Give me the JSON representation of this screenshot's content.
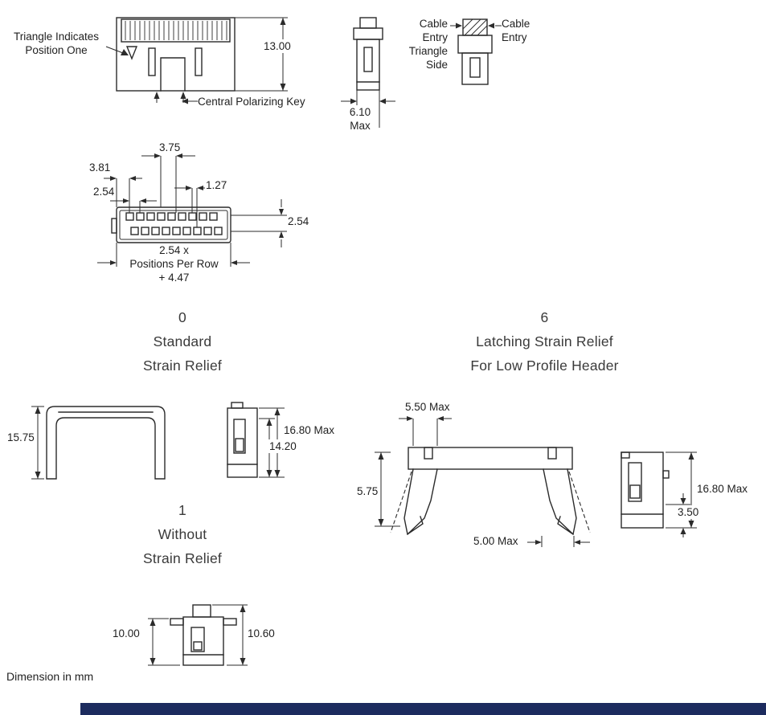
{
  "front_view": {
    "note_line1": "Triangle Indicates",
    "note_line2": "Position One",
    "dim_height": "13.00",
    "key_label": "Central Polarizing Key"
  },
  "end_view": {
    "dim_width": "6.10",
    "dim_qualifier": "Max"
  },
  "cable_view": {
    "left_label": [
      "Cable",
      "Entry",
      "Triangle",
      "Side"
    ],
    "right_label": [
      "Cable",
      "Entry"
    ]
  },
  "face_view": {
    "dim_a": "3.75",
    "dim_b": "3.81",
    "dim_pitch": "2.54",
    "dim_stagger": "1.27",
    "dim_row_pitch": "2.54",
    "width_formula": [
      "2.54 x",
      "Positions Per Row",
      "+ 4.47"
    ]
  },
  "sections": {
    "standard": {
      "code": "0",
      "title_line1": "Standard",
      "title_line2": "Strain Relief"
    },
    "latching": {
      "code": "6",
      "title_line1": "Latching Strain Relief",
      "title_line2": "For Low Profile Header"
    },
    "without": {
      "code": "1",
      "title_line1": "Without",
      "title_line2": "Strain Relief"
    }
  },
  "standard_relief": {
    "dim_height": "15.75",
    "side_dim_total": "16.80 Max",
    "side_dim_inner": "14.20"
  },
  "latching_relief": {
    "dim_top_width": "5.50 Max",
    "dim_leg_height": "5.75",
    "dim_foot_width": "5.00 Max",
    "side_dim_total": "16.80 Max",
    "side_dim_bottom": "3.50"
  },
  "without_relief": {
    "dim_front": "10.00",
    "dim_side": "10.60"
  },
  "footer": {
    "note": "Dimension in mm",
    "bar_color": "#1c2b5e"
  },
  "colors": {
    "line": "#2b2b2b",
    "footer_bar": "#1c2b5e"
  }
}
